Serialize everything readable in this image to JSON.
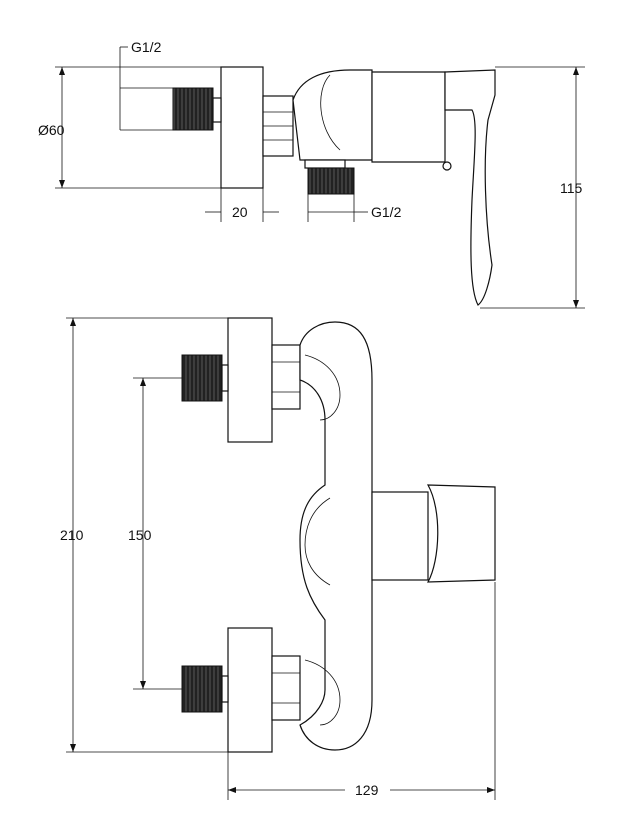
{
  "dimensions": {
    "thread_top": "G1/2",
    "diameter": "Ø60",
    "offset": "20",
    "thread_outlet": "G1/2",
    "height_side": "115",
    "height_front": "210",
    "spacing": "150",
    "depth": "129"
  }
}
